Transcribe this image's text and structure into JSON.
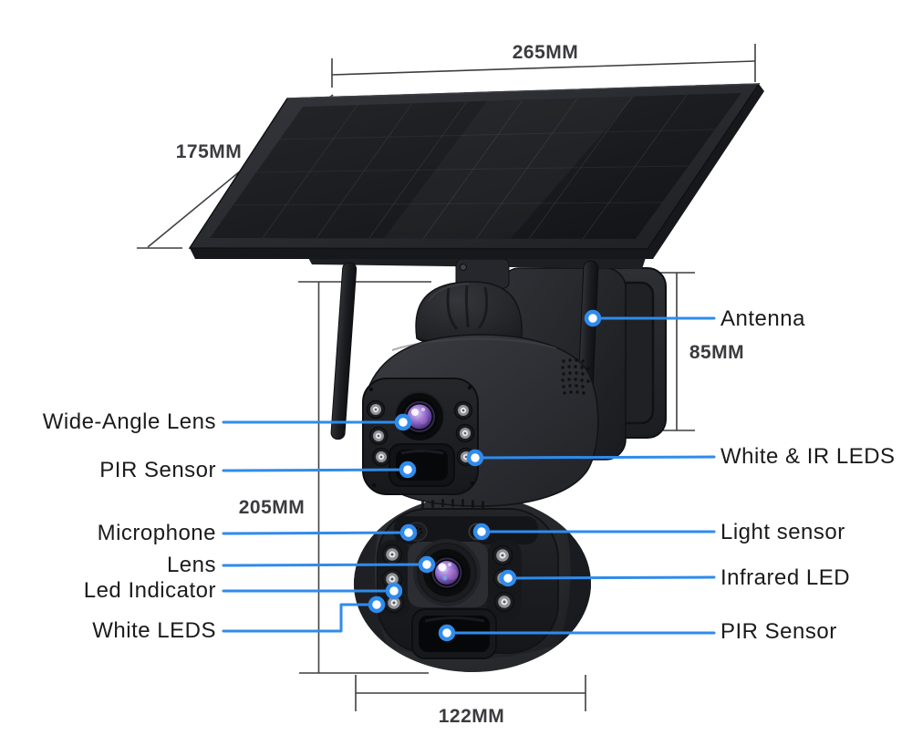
{
  "colors": {
    "callout_blue": "#2f8bec",
    "dimension_gray": "#3b3b3f",
    "label_black": "#1b1b1d"
  },
  "dimensions": {
    "panel_width": "265MM",
    "panel_depth": "175MM",
    "camera_height": "205MM",
    "antenna_bracket_height": "85MM",
    "base_width": "122MM"
  },
  "labels": {
    "left": [
      {
        "text": "Wide-Angle Lens"
      },
      {
        "text": "PIR Sensor"
      },
      {
        "text": "Microphone"
      },
      {
        "text": "Lens"
      },
      {
        "text": "Led Indicator"
      },
      {
        "text": "White LEDS"
      }
    ],
    "right": [
      {
        "text": "Antenna"
      },
      {
        "text": "White & IR LEDS"
      },
      {
        "text": "Light sensor"
      },
      {
        "text": "Infrared LED"
      },
      {
        "text": "PIR Sensor"
      }
    ]
  }
}
